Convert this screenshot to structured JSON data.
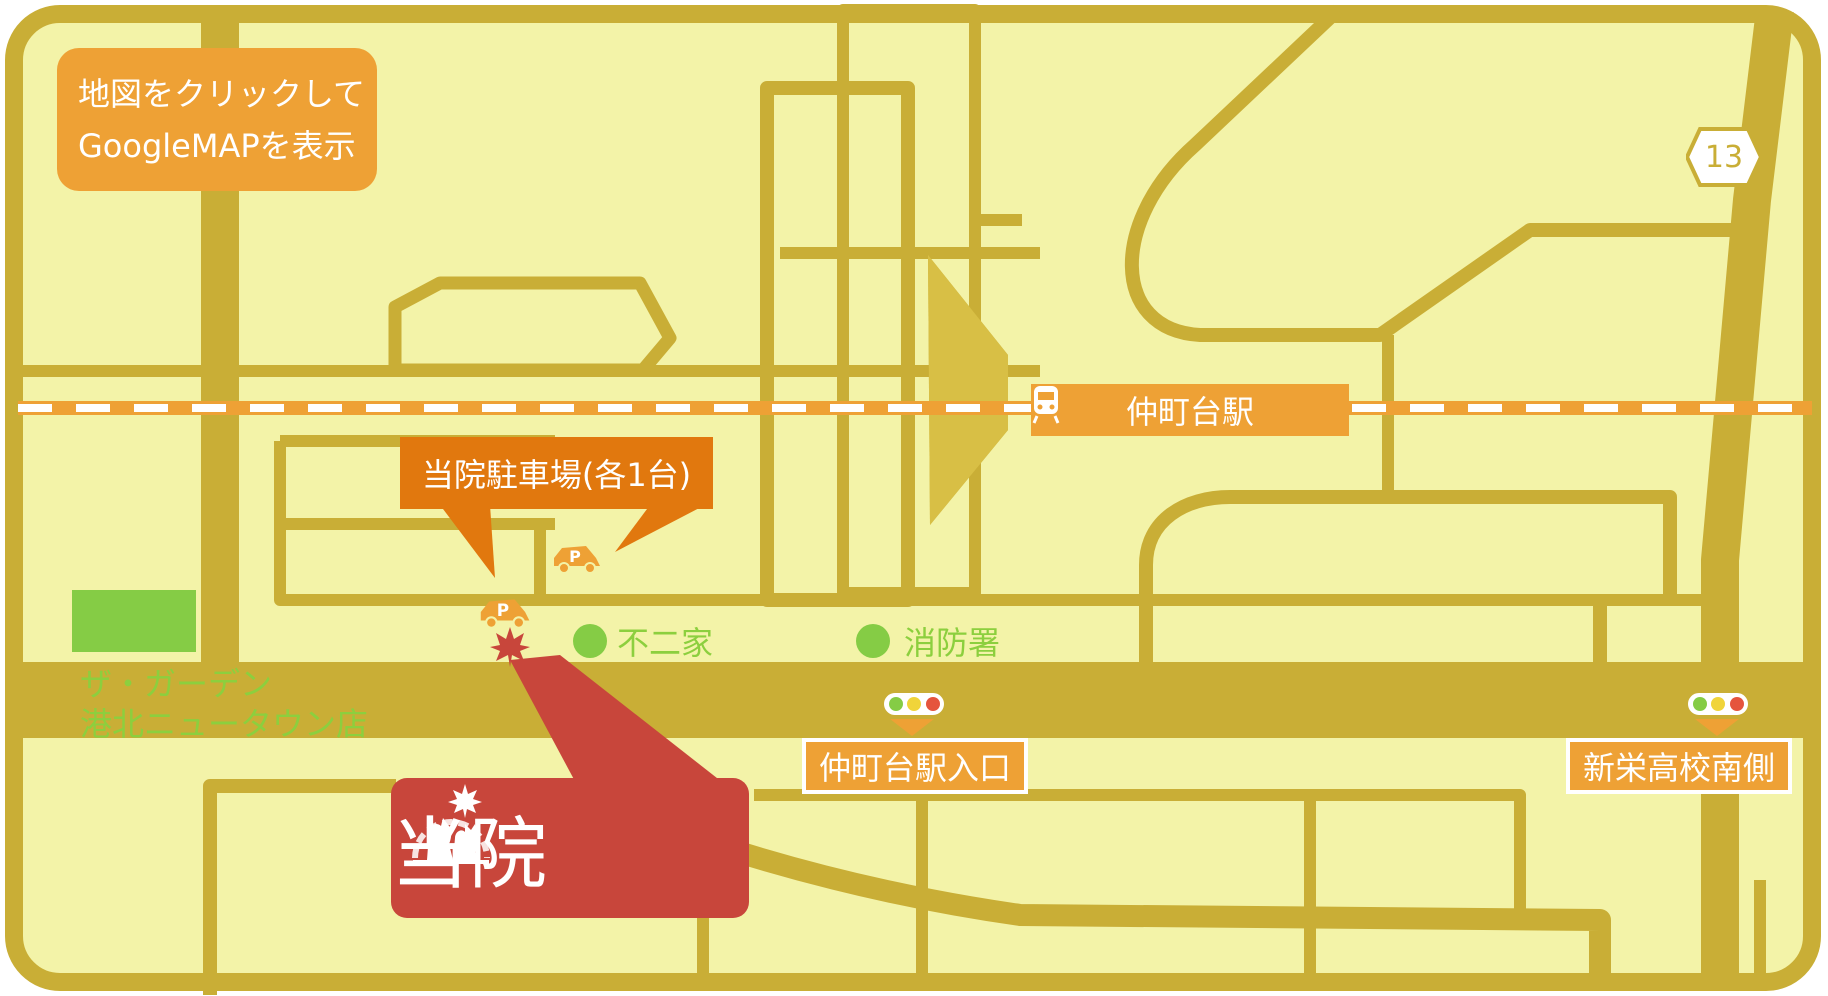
{
  "map": {
    "click_note": {
      "line1": "地図をクリックして",
      "line2": "GoogleMAPを表示"
    },
    "route_badge": "13",
    "station": {
      "label": "仲町台駅",
      "icon": "train-icon"
    },
    "parking_callout": "当院駐車場(各1台)",
    "store": {
      "line1": "ザ・ガーデン",
      "line2": "港北ニュータウン店"
    },
    "poi": [
      {
        "label": "不二家"
      },
      {
        "label": "消防署"
      }
    ],
    "signals": [
      {
        "label": "仲町台駅入口"
      },
      {
        "label": "新栄高校南側"
      }
    ],
    "clinic": {
      "label": "当院",
      "icon": "clinic-logo-icon"
    },
    "icons": {
      "parking": "parking-car-icon",
      "marker": "maple-leaf-icon",
      "signal": "traffic-light-icon"
    },
    "colors": {
      "background": "#f3f3a8",
      "road": "#c9ae36",
      "label_orange": "#eea135",
      "callout_orange": "#e1780e",
      "clinic_red": "#c8463b",
      "park_green": "#85cc45"
    }
  }
}
